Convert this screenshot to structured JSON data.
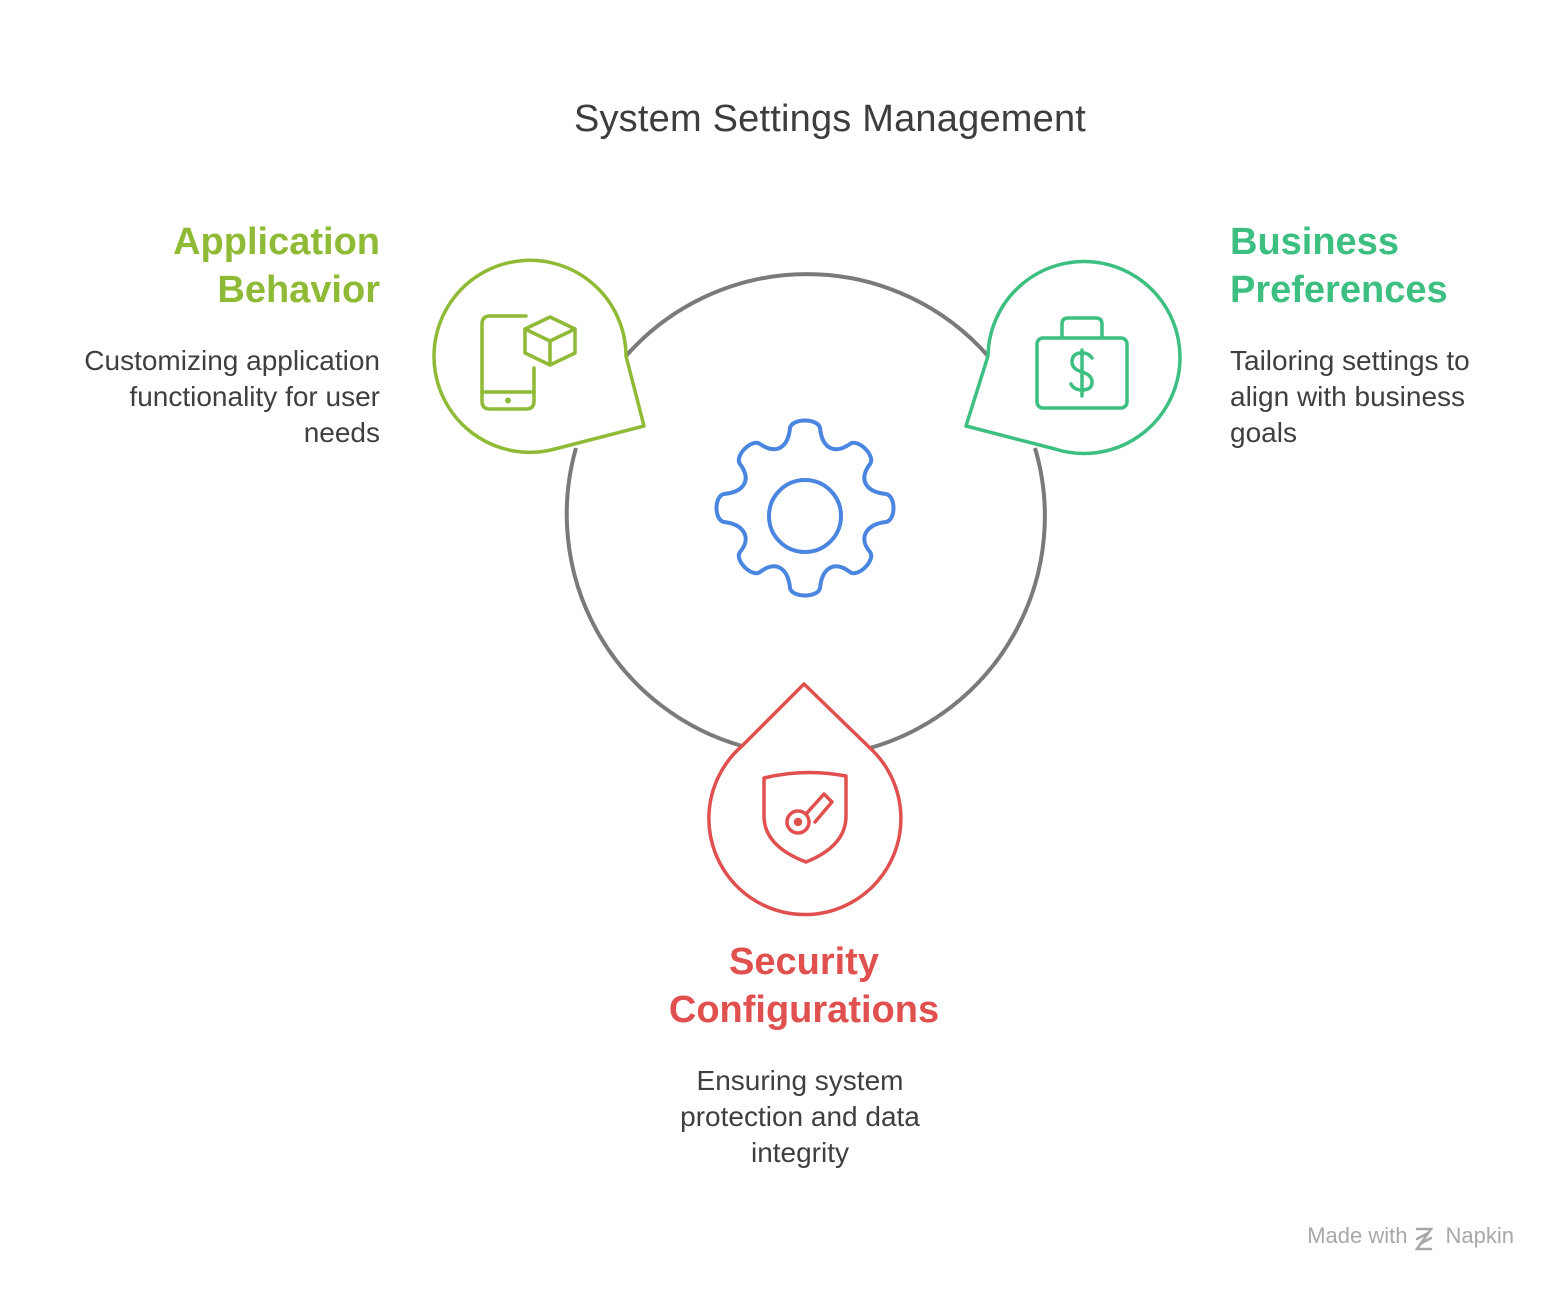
{
  "title": "System Settings Management",
  "colors": {
    "application": "#8fba36",
    "business": "#3dbf82",
    "security": "#e0504f",
    "gear": "#4a86e0",
    "ring": "#7a7a7a"
  },
  "center": {
    "icon": "gear-icon"
  },
  "nodes": [
    {
      "heading_line1": "Application",
      "heading_line2": "Behavior",
      "description_line1": "Customizing application",
      "description_line2": "functionality for user",
      "description_line3": "needs",
      "icon": "mobile-app-box-icon"
    },
    {
      "heading_line1": "Business",
      "heading_line2": "Preferences",
      "description_line1": "Tailoring settings to",
      "description_line2": "align with business",
      "description_line3": "goals",
      "icon": "briefcase-dollar-icon"
    },
    {
      "heading_line1": "Security",
      "heading_line2": "Configurations",
      "description_line1": "Ensuring system",
      "description_line2": "protection and data",
      "description_line3": "integrity",
      "icon": "shield-key-icon"
    }
  ],
  "watermark": {
    "prefix": "Made with",
    "brand": "Napkin"
  }
}
